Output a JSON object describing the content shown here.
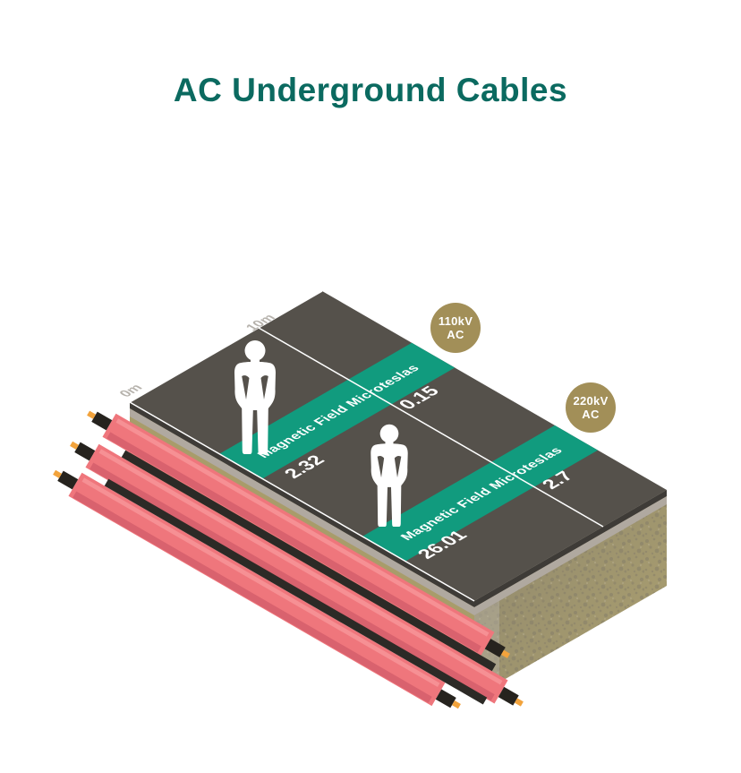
{
  "title": {
    "text": "AC Underground Cables"
  },
  "diagram": {
    "distance_labels": {
      "near": "0m",
      "far": "10m"
    },
    "cables": [
      {
        "id": "110kv-ac",
        "badge_line1": "110kV",
        "badge_line2": "AC",
        "banner_label": "Magnetic Field Microteslas",
        "value_at_0m": "2.32",
        "value_at_10m": "0.15"
      },
      {
        "id": "220kv-ac",
        "badge_line1": "220kV",
        "badge_line2": "AC",
        "banner_label": "Magnetic Field Microteslas",
        "value_at_0m": "26.01",
        "value_at_10m": "2.7"
      }
    ],
    "colors": {
      "title": "#0b6a60",
      "road": "#55514b",
      "road_edge_dark": "#3e3b37",
      "concrete_strip": "#b0a9a0",
      "banner_green": "#119b7e",
      "badge": "#a28f58",
      "soil_front": "#a89c6a",
      "soil_side": "#a79c6f",
      "cable_pink": "#ef767c",
      "cable_shade": "#d9626e",
      "cable_highlight": "#f69094",
      "cable_stripe": "#2c2a26",
      "cable_connector": "#26231e",
      "cable_tip": "#f2a33c",
      "distance_label": "#b6b2ac",
      "silhouette": "#ffffff"
    }
  }
}
